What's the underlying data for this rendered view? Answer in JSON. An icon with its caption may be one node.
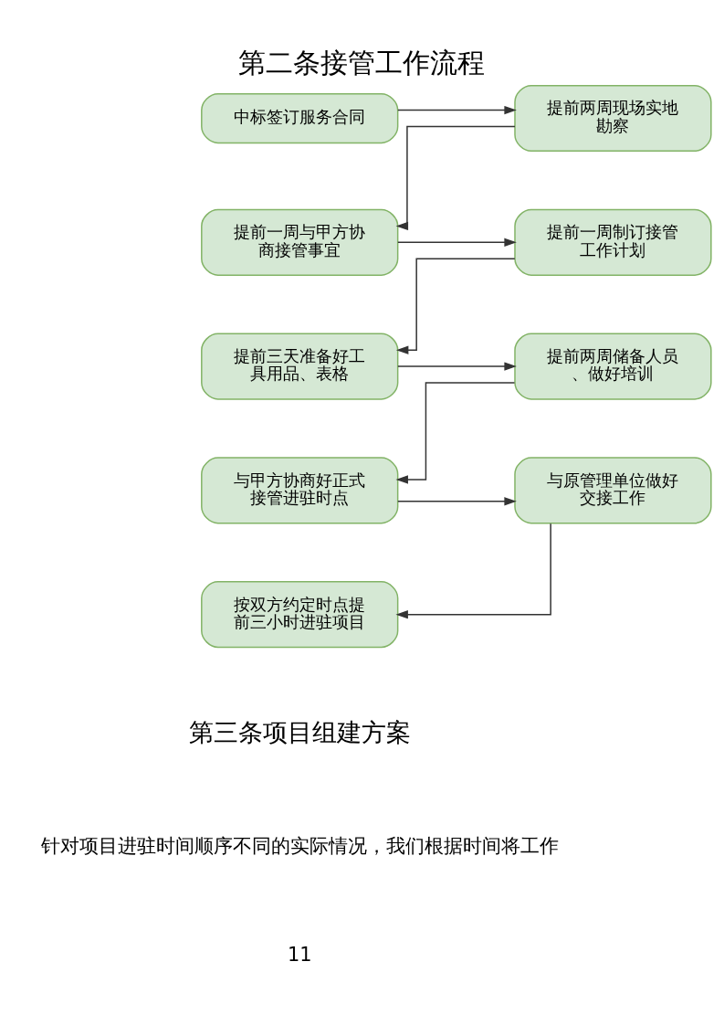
{
  "diagram": {
    "title": "第二条接管工作流程",
    "nodes": [
      {
        "text": [
          "中标签订服务合同"
        ]
      },
      {
        "text": [
          "提前两周现场实地勘察"
        ]
      },
      {
        "text": [
          "提前一周与甲方协商接管事宜"
        ]
      },
      {
        "text": [
          "提前一周制订接管工作计划"
        ]
      },
      {
        "text": [
          "提前三天准备好工具用品、表格"
        ]
      },
      {
        "text": [
          "提前两周储备人员、做好培训"
        ]
      },
      {
        "text": [
          "与甲方协商好正式接管进驻时点"
        ]
      },
      {
        "text": [
          "与原管理单位做好交接工作"
        ]
      },
      {
        "text": [
          "按双方约定时点提前三小时进驻项目"
        ]
      }
    ],
    "edges": [
      {
        "from": 0,
        "to": 1,
        "arrow": "to"
      },
      {
        "from": 1,
        "to": 2,
        "arrow": "to"
      },
      {
        "from": 2,
        "to": 3,
        "arrow": "to"
      },
      {
        "from": 3,
        "to": 4,
        "arrow": "to"
      },
      {
        "from": 4,
        "to": 5,
        "arrow": "to"
      },
      {
        "from": 5,
        "to": 6,
        "arrow": "to"
      },
      {
        "from": 6,
        "to": 7,
        "arrow": "to"
      },
      {
        "from": 7,
        "to": 8,
        "arrow": "to"
      }
    ],
    "labels": [
      "第三条项目组建方案",
      "针对项目进驻时间顺序不同的实际情况，我们根据时间将工作",
      "11"
    ]
  }
}
